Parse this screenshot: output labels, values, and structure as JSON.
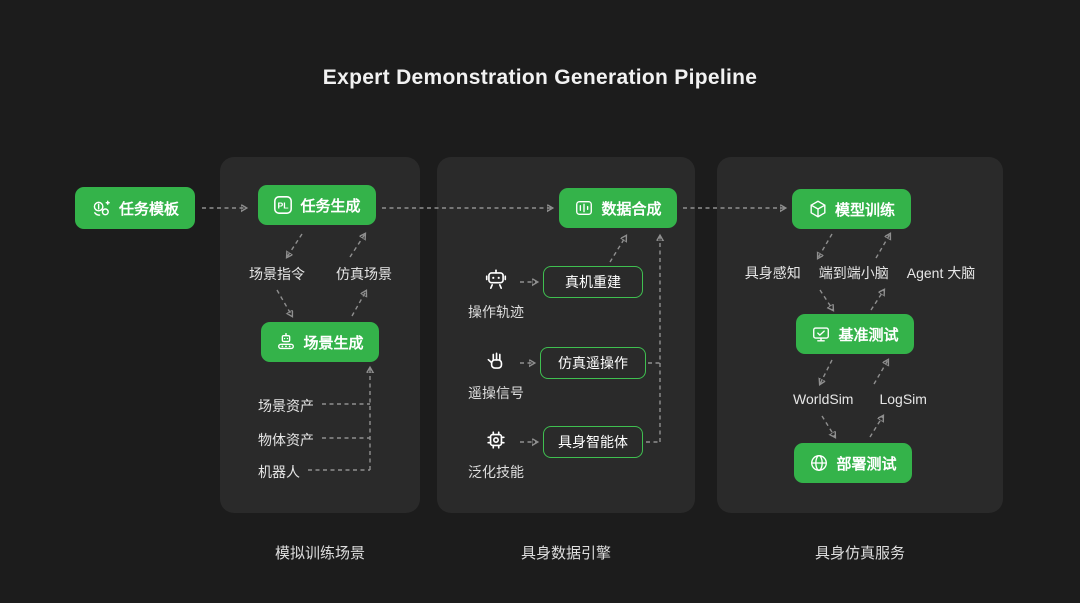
{
  "title": "Expert Demonstration Generation Pipeline",
  "colors": {
    "background": "#1c1c1c",
    "panel": "#2a2a2a",
    "accent_green": "#34b34a",
    "connector_gray": "#8f8f8f"
  },
  "start": {
    "label": "任务模板"
  },
  "panel1": {
    "caption": "模拟训练场景",
    "task_gen": {
      "label": "任务生成",
      "icon_text": "PL"
    },
    "scene_cmd": "场景指令",
    "sim_scene": "仿真场景",
    "scene_gen": {
      "label": "场景生成"
    },
    "assets": [
      "场景资产",
      "物体资产",
      "机器人"
    ]
  },
  "panel2": {
    "caption": "具身数据引擎",
    "data_syn": {
      "label": "数据合成"
    },
    "rows": [
      {
        "caption": "操作轨迹",
        "box": "真机重建"
      },
      {
        "caption": "遥操信号",
        "box": "仿真遥操作"
      },
      {
        "caption": "泛化技能",
        "box": "具身智能体"
      }
    ]
  },
  "panel3": {
    "caption": "具身仿真服务",
    "model_train": {
      "label": "模型训练"
    },
    "row1": [
      "具身感知",
      "端到端小脑",
      "Agent 大脑"
    ],
    "benchmark": {
      "label": "基准测试"
    },
    "row2": [
      "WorldSim",
      "LogSim"
    ],
    "deploy": {
      "label": "部署测试"
    }
  }
}
